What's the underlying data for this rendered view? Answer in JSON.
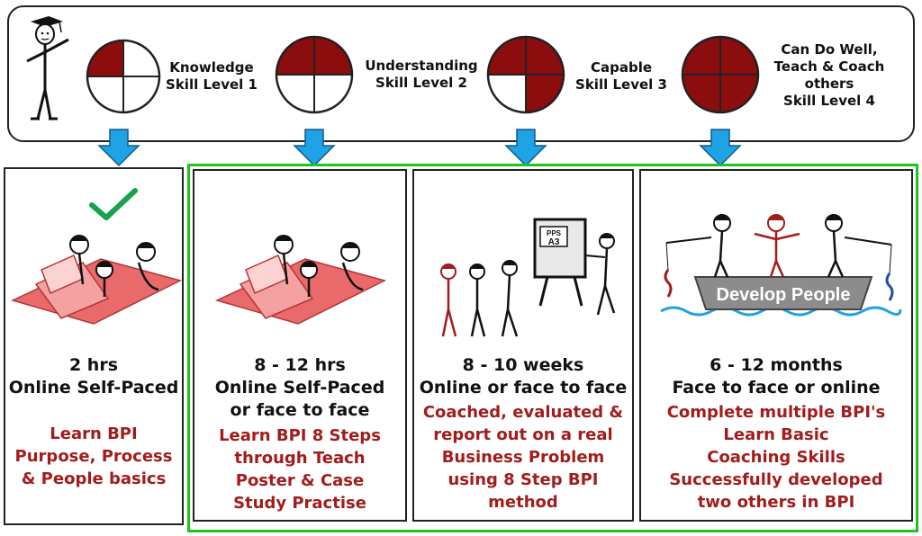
{
  "levels": [
    {
      "label_line1": "Knowledge",
      "label_line2": "Skill Level 1",
      "filled_quarters": 1
    },
    {
      "label_line1": "Understanding",
      "label_line2": "Skill Level 2",
      "filled_quarters": 2
    },
    {
      "label_line1": "Capable",
      "label_line2": "Skill Level 3",
      "filled_quarters": 3
    },
    {
      "label_line1": "Can Do Well,",
      "label_line2": "Teach & Coach",
      "label_line3": "others",
      "label_line4": "Skill Level 4",
      "filled_quarters": 4
    }
  ],
  "stages": [
    {
      "duration": "2 hrs",
      "mode_line1": "Online Self-Paced",
      "desc": [
        "Learn BPI",
        "Purpose, Process",
        "& People basics"
      ]
    },
    {
      "duration": "8 - 12 hrs",
      "mode_line1": "Online Self-Paced",
      "mode_line2": "or face to face",
      "desc": [
        "Learn BPI 8 Steps",
        "through Teach",
        "Poster & Case",
        "Study Practise"
      ]
    },
    {
      "duration": "8 - 10 weeks",
      "mode_line1": "Online or face to face",
      "desc": [
        "Coached, evaluated &",
        "report out on a real",
        "Business Problem",
        "using 8 Step BPI",
        "method"
      ]
    },
    {
      "duration": "6 - 12 months",
      "mode_line1": "Face to face or online",
      "desc": [
        "Complete multiple BPI's",
        "Learn Basic",
        "Coaching Skills",
        "Successfully developed",
        "two others in BPI"
      ]
    }
  ],
  "poster_text": {
    "line1": "PPS",
    "line2": "A3"
  },
  "boat_text": "Develop People",
  "colors": {
    "fill": "#8b0d0d",
    "desc_text": "#a31c1c",
    "arrow": "#1fa3e6",
    "green": "#1fc21f",
    "laptop": "#e35a5a"
  }
}
